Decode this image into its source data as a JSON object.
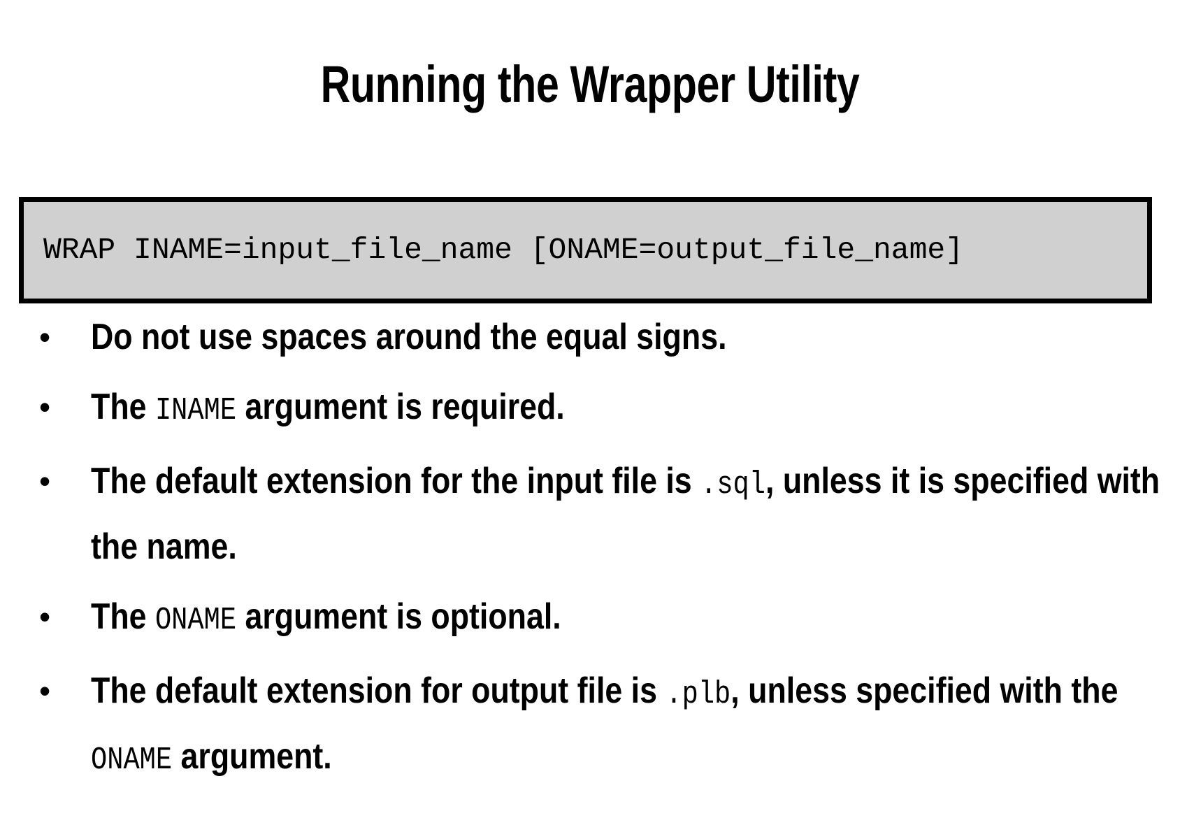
{
  "slide": {
    "title": "Running the Wrapper Utility",
    "background_color": "#ffffff",
    "text_color": "#000000"
  },
  "syntax_box": {
    "fill_color": "#d0d0d0",
    "border_color": "#000000",
    "command": "WRAP INAME=input_file_name [ONAME=output_file_name]"
  },
  "bullets": {
    "marker": "•",
    "items": [
      {
        "id": "no-spaces-around-equals",
        "parts": [
          {
            "type": "text",
            "value": "Do not use spaces around the equal signs."
          }
        ]
      },
      {
        "id": "iname-required",
        "parts": [
          {
            "type": "text",
            "value": "The "
          },
          {
            "type": "code",
            "value": "INAME"
          },
          {
            "type": "text",
            "value": " argument is required."
          }
        ]
      },
      {
        "id": "input-default-extension",
        "parts": [
          {
            "type": "text",
            "value": "The default extension for the input file is "
          },
          {
            "type": "code",
            "value": ".sql"
          },
          {
            "type": "text",
            "value": ", unless it is specified with the name."
          }
        ]
      },
      {
        "id": "oname-optional",
        "parts": [
          {
            "type": "text",
            "value": "The "
          },
          {
            "type": "code",
            "value": "ONAME"
          },
          {
            "type": "text",
            "value": " argument is optional."
          }
        ]
      },
      {
        "id": "output-default-extension",
        "parts": [
          {
            "type": "text",
            "value": "The default extension for output file is "
          },
          {
            "type": "code",
            "value": ".plb"
          },
          {
            "type": "text",
            "value": ", unless specified with the "
          },
          {
            "type": "code",
            "value": "ONAME"
          },
          {
            "type": "text",
            "value": " argument."
          }
        ]
      }
    ]
  }
}
